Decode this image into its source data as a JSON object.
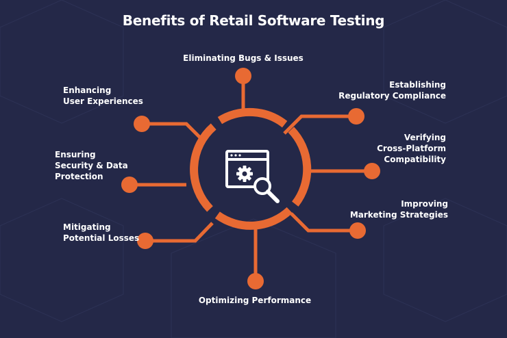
{
  "title": "Benefits of Retail Software Testing",
  "colors": {
    "background": "#242848",
    "accent": "#E86A33",
    "text": "#FFFFFF",
    "icon_box": "#FFFFFF",
    "icon_dark": "#242848"
  },
  "center_icon": "settings-magnifier-icon",
  "benefits": {
    "bugs": "Eliminating Bugs & Issues",
    "compliance": "Establishing\nRegulatory Compliance",
    "compatibility": "Verifying\nCross-Platform\nCompatibility",
    "marketing": "Improving\nMarketing Strategies",
    "performance": "Optimizing Performance",
    "losses": "Mitigating\nPotential Losses",
    "security": "Ensuring\nSecurity & Data\nProtection",
    "ux": "Enhancing\nUser Experiences"
  }
}
